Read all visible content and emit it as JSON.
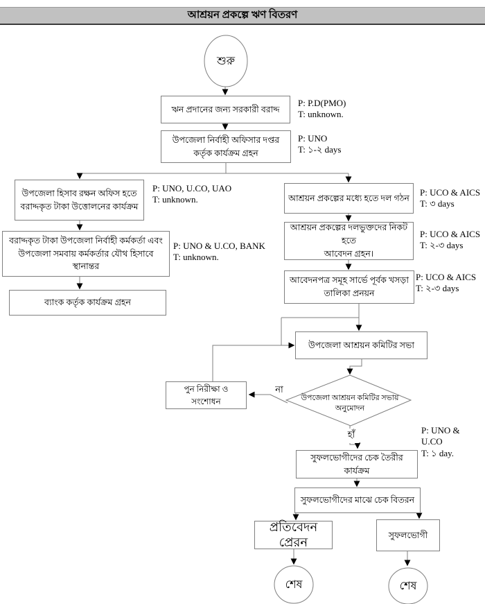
{
  "title": "আশ্রয়ন প্রকল্পে ঋণ বিতরণ",
  "nodes": {
    "start": "শুরু",
    "govt_allocation": "ঋন প্রদানের জন্য সরকারী বরাদ্দ",
    "uno_office": {
      "line1": "উপজেলা নির্বাহী অফিসার দপ্তর",
      "line2": "কর্তৃক কার্যক্রম গ্রহন"
    },
    "withdraw": {
      "line1": "উপজেলা হিসাব রক্ষন অফিস হতে",
      "line2": "বরাদ্দকৃত টাকা উত্তোলনের কার্যক্রম"
    },
    "transfer": {
      "line1": "বরাদ্দকৃত টাকা উপজেলা নির্বাহী কর্মকর্তা এবং",
      "line2": "উপজেলা সমবায় কর্মকর্তার যৌথ হিসাবে স্থানান্তর"
    },
    "bank": "ব্যাংক কর্তৃক কার্যক্রম গ্রহন",
    "group_formation": "আশ্রয়ন প্রকল্পের মধ্যে হতে দল গঠন",
    "application": {
      "line1": "আশ্রয়ন প্রকল্পের দলভুক্তদের নিকট হতে",
      "line2": "আবেদন গ্রহন।"
    },
    "draft_list": {
      "line1": "আবেদনপত্র সমূহ সার্ভে পূর্বক খসড়া",
      "line2": "তালিকা প্রনয়ন"
    },
    "committee_meeting": "উপজেলা আশ্রয়ন কমিটির সভা",
    "approval_decision": {
      "line1": "উপজেলা আশ্রয়ন কমিটির সভায়",
      "line2": "অনুমোদন"
    },
    "review": "পুন নিরীক্ষা ও সংশোধন",
    "cheque_prep": "সুফলভোগীদের চেক তৈরীর কার্যক্রম",
    "cheque_distribution": "সুফলভোগীদের মাঝে চেক বিতরন",
    "report": "প্রতিবেদন প্রেরন",
    "beneficiary": "সুফলভোগী",
    "end": "শেষ"
  },
  "labels": {
    "no": "না",
    "yes": "হাঁ"
  },
  "annotations": {
    "govt_allocation": {
      "p": "P: P.D(PMO)",
      "t": "T: unknown."
    },
    "uno_office": {
      "p": "P: UNO",
      "t": "T: ১-২ days"
    },
    "withdraw": {
      "p": "P: UNO, U.CO, UAO",
      "t": "T: unknown."
    },
    "transfer": {
      "p": "P: UNO & U.CO, BANK",
      "t": "T: unknown."
    },
    "group_formation": {
      "p": "P: UCO & AICS",
      "t": "T: ৩ days"
    },
    "application": {
      "p": "P: UCO & AICS",
      "t": "T: ২-৩ days"
    },
    "draft_list": {
      "p": "P: UCO & AICS",
      "t": "T: ২-৩ days"
    },
    "cheque_prep": {
      "p1": "P: UNO &",
      "p2": "U.CO",
      "t": "T: ১ day."
    }
  },
  "colors": {
    "header_bg": "#c1c1c1",
    "line": "#7f7f7f",
    "arrow": "#000000"
  }
}
